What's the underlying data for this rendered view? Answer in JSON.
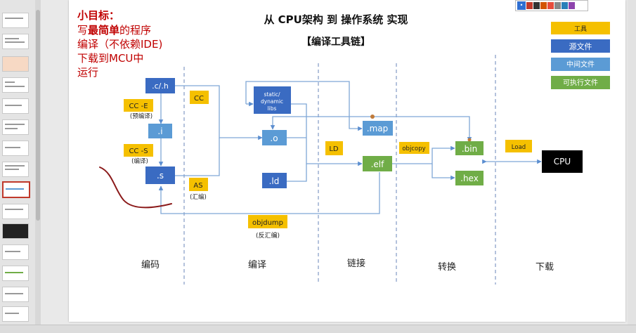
{
  "window": {
    "slide_count_visible": 15
  },
  "slide": {
    "title": "从 CPU架构 到 操作系统 实现",
    "subtitle": "【编译工具链】",
    "goal": {
      "heading": "小目标：",
      "line1_prefix": "写",
      "line1_bold": "最简单",
      "line1_suffix": "的程序",
      "line2": "编译（不依赖IDE)",
      "line3": "下载到MCU中",
      "line4": "运行"
    },
    "legend": {
      "tool": "工具",
      "source": "源文件",
      "intermediate": "中间文件",
      "executable": "可执行文件"
    },
    "files": {
      "ch": ".c/.h",
      "i": ".i",
      "s": ".s",
      "o": ".o",
      "ld": ".ld",
      "map": ".map",
      "elf": ".elf",
      "bin": ".bin",
      "hex": ".hex",
      "libs": "static/ dynamic libs",
      "cpu": "CPU"
    },
    "tools": {
      "cce": "CC -E",
      "cce_note": "(预编译)",
      "ccs": "CC -S",
      "ccs_note": "(编译)",
      "cc": "CC",
      "as": "AS",
      "as_note": "(汇编)",
      "ld": "LD",
      "objcopy": "objcopy",
      "load": "Load",
      "objdump": "objdump",
      "objdump_note": "(反汇编)"
    },
    "stages": [
      "编码",
      "编译",
      "链接",
      "转换",
      "下载"
    ]
  },
  "colors": {
    "tool": "#f5c000",
    "source": "#3a6bc2",
    "intermediate": "#5b9bd5",
    "executable": "#70ad47",
    "cpu": "#000000",
    "goal_text": "#c00000",
    "line": "#7fa7d6"
  }
}
